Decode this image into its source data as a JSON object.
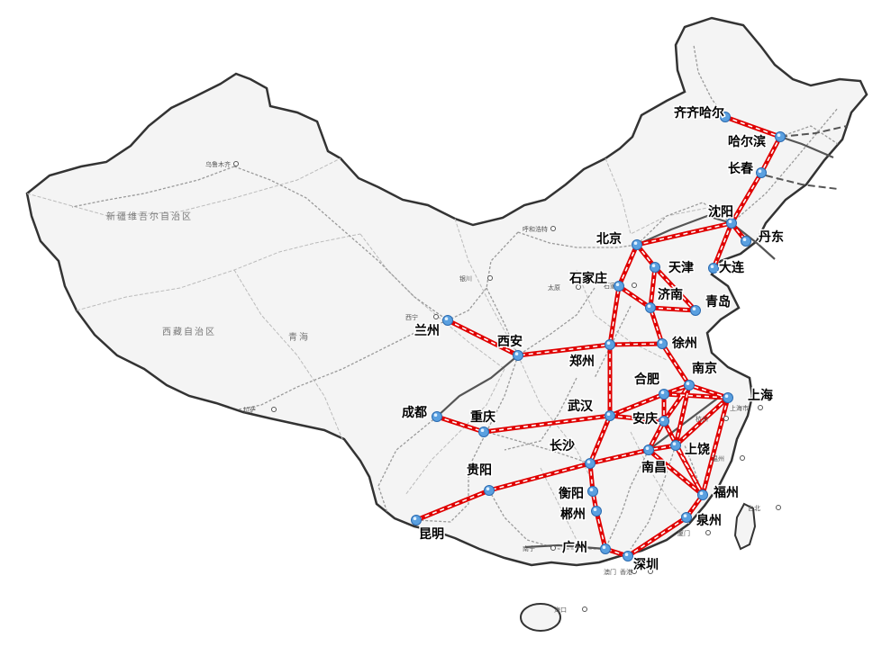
{
  "map": {
    "colors": {
      "land": "#f4f4f4",
      "border": "#333333",
      "province_border": "#bbbbbb",
      "rail": "#9a9a9a",
      "hsr_red": "#e00000",
      "hsr_dash": "#ffffff",
      "node": "#5aa0e0",
      "dark_rail": "#555555"
    },
    "cities": [
      {
        "key": "qiqihaer",
        "name": "齐齐哈尔"
      },
      {
        "key": "haerbin",
        "name": "哈尔滨"
      },
      {
        "key": "changchun",
        "name": "长春"
      },
      {
        "key": "shenyang",
        "name": "沈阳"
      },
      {
        "key": "dandong",
        "name": "丹东"
      },
      {
        "key": "dalian",
        "name": "大连"
      },
      {
        "key": "beijing",
        "name": "北京"
      },
      {
        "key": "tianjin",
        "name": "天津"
      },
      {
        "key": "shijiazhuang",
        "name": "石家庄"
      },
      {
        "key": "jinan",
        "name": "济南"
      },
      {
        "key": "qingdao",
        "name": "青岛"
      },
      {
        "key": "lanzhou",
        "name": "兰州"
      },
      {
        "key": "xian",
        "name": "西安"
      },
      {
        "key": "zhengzhou",
        "name": "郑州"
      },
      {
        "key": "xuzhou",
        "name": "徐州"
      },
      {
        "key": "nanjing",
        "name": "南京"
      },
      {
        "key": "hefei",
        "name": "合肥"
      },
      {
        "key": "shanghai",
        "name": "上海"
      },
      {
        "key": "wuhan",
        "name": "武汉"
      },
      {
        "key": "anqing",
        "name": "安庆"
      },
      {
        "key": "chengdu",
        "name": "成都"
      },
      {
        "key": "chongqing",
        "name": "重庆"
      },
      {
        "key": "shangrao",
        "name": "上饶"
      },
      {
        "key": "changsha",
        "name": "长沙"
      },
      {
        "key": "nanchang",
        "name": "南昌"
      },
      {
        "key": "guiyang",
        "name": "贵阳"
      },
      {
        "key": "hengyang",
        "name": "衡阳"
      },
      {
        "key": "chenzhou",
        "name": "郴州"
      },
      {
        "key": "fuzhou",
        "name": "福州"
      },
      {
        "key": "quanzhou",
        "name": "泉州"
      },
      {
        "key": "kunming",
        "name": "昆明"
      },
      {
        "key": "guangzhou",
        "name": "广州"
      },
      {
        "key": "shenzhen",
        "name": "深圳"
      }
    ],
    "minor_labels": [
      {
        "key": "wulumuqi",
        "text": "乌鲁木齐"
      },
      {
        "key": "lasa",
        "text": "拉萨"
      },
      {
        "key": "huhehaote",
        "text": "呼和浩特"
      },
      {
        "key": "yinchuan",
        "text": "银川"
      },
      {
        "key": "xining",
        "text": "西宁"
      },
      {
        "key": "taiyuan",
        "text": "太原"
      },
      {
        "key": "shijiazhuang_small",
        "text": "石家庄"
      },
      {
        "key": "hangzhou",
        "text": "杭州"
      },
      {
        "key": "wenzhou",
        "text": "温州"
      },
      {
        "key": "taibei",
        "text": "台北"
      },
      {
        "key": "xiamen",
        "text": "厦门"
      },
      {
        "key": "nanning",
        "text": "南宁"
      },
      {
        "key": "haikou",
        "text": "海口"
      },
      {
        "key": "hongkong",
        "text": "香港"
      },
      {
        "key": "macau",
        "text": "澳门"
      },
      {
        "key": "shanghai_small",
        "text": "上海市"
      }
    ],
    "region_labels": [
      {
        "key": "xinjiang",
        "text": "新疆维吾尔自治区"
      },
      {
        "key": "xizang",
        "text": "西藏自治区"
      },
      {
        "key": "qinghai",
        "text": "青海"
      }
    ]
  }
}
